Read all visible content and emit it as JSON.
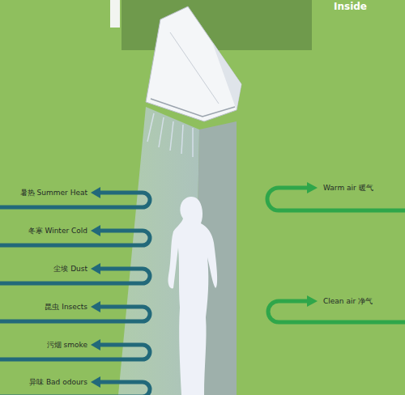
{
  "diagram": {
    "labels": [
      "Inside",
      "暑热 Summer Heat",
      "冬寒 Winter Cold",
      "尘埃 Dust",
      "昆虫 Insects",
      "污烟 smoke",
      "异味 Bad odours",
      "Warm air 暖气",
      "Clean air 净气"
    ]
  }
}
